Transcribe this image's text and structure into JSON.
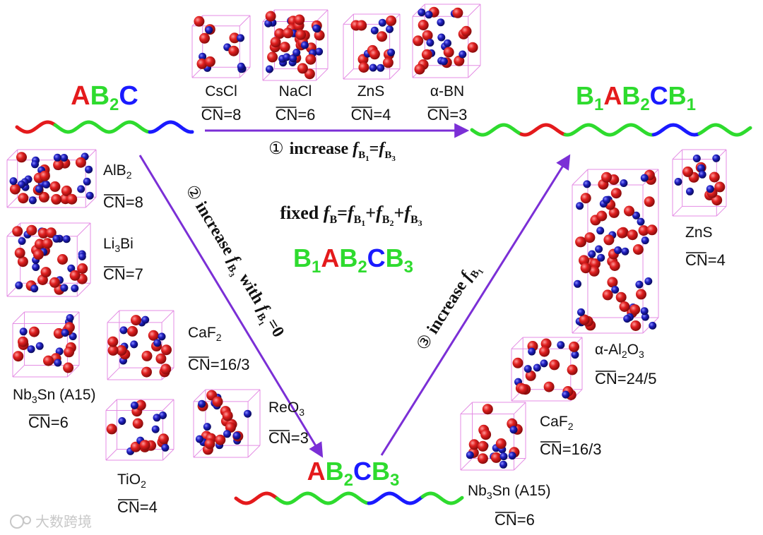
{
  "colors": {
    "A": "#e41a1c",
    "B": "#2edb2e",
    "C": "#1a1aff",
    "arrow": "#7b2fd6",
    "atom_red": "#d41a1a",
    "atom_blue": "#1515a8",
    "cell_edge": "#e48de4"
  },
  "polymers": {
    "abc": {
      "parts": [
        {
          "text": "A",
          "color": "A"
        },
        {
          "text": "B",
          "color": "B"
        },
        {
          "text": "2",
          "color": "B",
          "sub": true
        },
        {
          "text": "C",
          "color": "C"
        }
      ]
    },
    "b1ab2cb1": {
      "parts": [
        {
          "text": "B",
          "color": "B"
        },
        {
          "text": "1",
          "color": "B",
          "sub": true
        },
        {
          "text": "A",
          "color": "A"
        },
        {
          "text": "B",
          "color": "B"
        },
        {
          "text": "2",
          "color": "B",
          "sub": true
        },
        {
          "text": "C",
          "color": "C"
        },
        {
          "text": "B",
          "color": "B"
        },
        {
          "text": "1",
          "color": "B",
          "sub": true
        }
      ]
    },
    "ab2cb3": {
      "parts": [
        {
          "text": "A",
          "color": "A"
        },
        {
          "text": "B",
          "color": "B"
        },
        {
          "text": "2",
          "color": "B",
          "sub": true
        },
        {
          "text": "C",
          "color": "C"
        },
        {
          "text": "B",
          "color": "B"
        },
        {
          "text": "3",
          "color": "B",
          "sub": true
        }
      ]
    },
    "center": {
      "parts": [
        {
          "text": "B",
          "color": "B"
        },
        {
          "text": "1",
          "color": "B",
          "sub": true
        },
        {
          "text": "A",
          "color": "A"
        },
        {
          "text": "B",
          "color": "B"
        },
        {
          "text": "2",
          "color": "B",
          "sub": true
        },
        {
          "text": "C",
          "color": "C"
        },
        {
          "text": "B",
          "color": "B"
        },
        {
          "text": "3",
          "color": "B",
          "sub": true
        }
      ]
    }
  },
  "center_formula": {
    "prefix": "fixed ",
    "f": "f",
    "B": "B",
    "eq": "=",
    "B1": "B",
    "sub1": "1",
    "plus": "+",
    "B2": "B",
    "sub2": "2",
    "B3": "B",
    "sub3": "3"
  },
  "arrows": {
    "a1": {
      "num": "①",
      "text": "increase ",
      "f": "f",
      "B": "B",
      "sub1": "1",
      "eq": "=",
      "sub3": "3"
    },
    "a2": {
      "num": "②",
      "text": "increase ",
      "f": "f",
      "B": "B",
      "sub3": "3",
      "with": " with ",
      "sub1": "1",
      "eq0": "=0"
    },
    "a3": {
      "num": "③",
      "text": "increase ",
      "f": "f",
      "B": "B",
      "sub1": "1"
    }
  },
  "structures": [
    {
      "id": "cscl",
      "name": [
        {
          "t": "CsCl"
        }
      ],
      "cn": "CN=8"
    },
    {
      "id": "nacl",
      "name": [
        {
          "t": "NaCl"
        }
      ],
      "cn": "CN=6"
    },
    {
      "id": "zns_top",
      "name": [
        {
          "t": "ZnS"
        }
      ],
      "cn": "CN=4"
    },
    {
      "id": "abn",
      "name": [
        {
          "t": "α-BN"
        }
      ],
      "cn": "CN=3"
    },
    {
      "id": "alb2",
      "name": [
        {
          "t": "AlB"
        },
        {
          "t": "2",
          "sub": true
        }
      ],
      "cn": "CN=8"
    },
    {
      "id": "li3bi",
      "name": [
        {
          "t": "Li"
        },
        {
          "t": "3",
          "sub": true
        },
        {
          "t": "Bi"
        }
      ],
      "cn": "CN=7"
    },
    {
      "id": "nb3sn_left",
      "name": [
        {
          "t": "Nb"
        },
        {
          "t": "3",
          "sub": true
        },
        {
          "t": "Sn (A15)"
        }
      ],
      "cn": "CN=6"
    },
    {
      "id": "caf2_left",
      "name": [
        {
          "t": "CaF"
        },
        {
          "t": "2",
          "sub": true
        }
      ],
      "cn": "CN=16/3"
    },
    {
      "id": "reo3",
      "name": [
        {
          "t": "ReO"
        },
        {
          "t": "3",
          "sub": true
        }
      ],
      "cn": "CN=3"
    },
    {
      "id": "tio2",
      "name": [
        {
          "t": "TiO"
        },
        {
          "t": "2",
          "sub": true
        }
      ],
      "cn": "CN=4"
    },
    {
      "id": "zns_right",
      "name": [
        {
          "t": "ZnS"
        }
      ],
      "cn": "CN=4"
    },
    {
      "id": "al2o3",
      "name": [
        {
          "t": "α-Al"
        },
        {
          "t": "2",
          "sub": true
        },
        {
          "t": "O"
        },
        {
          "t": "3",
          "sub": true
        }
      ],
      "cn": "CN=24/5"
    },
    {
      "id": "caf2_right",
      "name": [
        {
          "t": "CaF"
        },
        {
          "t": "2",
          "sub": true
        }
      ],
      "cn": "CN=16/3"
    },
    {
      "id": "nb3sn_right",
      "name": [
        {
          "t": "Nb"
        },
        {
          "t": "3",
          "sub": true
        },
        {
          "t": "Sn (A15)"
        }
      ],
      "cn": "CN=6"
    }
  ],
  "watermark": "大数跨境"
}
